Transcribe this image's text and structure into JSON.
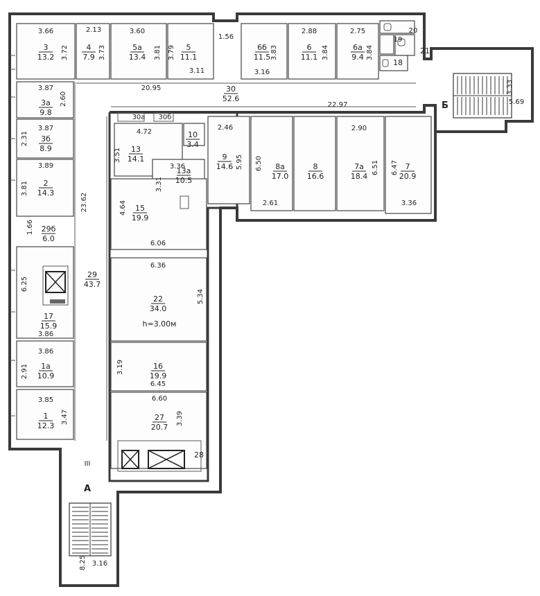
{
  "rooms": [
    {
      "id": "3",
      "area": "13.2"
    },
    {
      "id": "4",
      "area": "7.9"
    },
    {
      "id": "5а",
      "area": "13.4"
    },
    {
      "id": "5",
      "area": "11.1"
    },
    {
      "id": "6б",
      "area": "11.5"
    },
    {
      "id": "6",
      "area": "11.1"
    },
    {
      "id": "6а",
      "area": "9.4"
    },
    {
      "id": "3а",
      "area": "9.8"
    },
    {
      "id": "3б",
      "area": "8.9"
    },
    {
      "id": "2",
      "area": "14.3"
    },
    {
      "id": "30",
      "area": "52.6"
    },
    {
      "id": "10",
      "area": "3.4"
    },
    {
      "id": "13",
      "area": "14.1"
    },
    {
      "id": "13а",
      "area": "10.5"
    },
    {
      "id": "9",
      "area": "14.6"
    },
    {
      "id": "8а",
      "area": "17.0"
    },
    {
      "id": "8",
      "area": "16.6"
    },
    {
      "id": "7а",
      "area": "18.4"
    },
    {
      "id": "7",
      "area": "20.9"
    },
    {
      "id": "15",
      "area": "19.9"
    },
    {
      "id": "29б",
      "area": "6.0"
    },
    {
      "id": "29",
      "area": "43.7"
    },
    {
      "id": "22",
      "area": "34.0"
    },
    {
      "id": "17",
      "area": "15.9"
    },
    {
      "id": "1а",
      "area": "10.9"
    },
    {
      "id": "16",
      "area": "19.9"
    },
    {
      "id": "1",
      "area": "12.3"
    },
    {
      "id": "27",
      "area": "20.7"
    }
  ],
  "labels": {
    "r18": "18",
    "r19": "19",
    "r20": "20",
    "r21": "21",
    "r28": "28",
    "r30a": "30а",
    "r30b": "30б",
    "stairA": "А",
    "stairB": "Б",
    "stairIII": "III",
    "height": "h=3.00м"
  },
  "dims": [
    "3.66",
    "2.13",
    "3.60",
    "1.56",
    "2.88",
    "2.75",
    "3.72",
    "3.73",
    "3.81",
    "3.79",
    "3.83",
    "3.84",
    "3.84",
    "3.11",
    "3.16",
    "20.95",
    "3.87",
    "2.60",
    "3.87",
    "2.31",
    "3.89",
    "3.81",
    "23.62",
    "1.66",
    "4.72",
    "3.51",
    "3.36",
    "3.31",
    "2.46",
    "5.95",
    "6.50",
    "2.61",
    "22.97",
    "2.90",
    "6.51",
    "6.47",
    "3.36",
    "3.33",
    "5.69",
    "4.64",
    "6.06",
    "6.25",
    "6.36",
    "5.34",
    "3.86",
    "3.86",
    "2.91",
    "3.19",
    "6.45",
    "3.85",
    "3.47",
    "6.60",
    "3.39",
    "8.25",
    "3.16"
  ]
}
